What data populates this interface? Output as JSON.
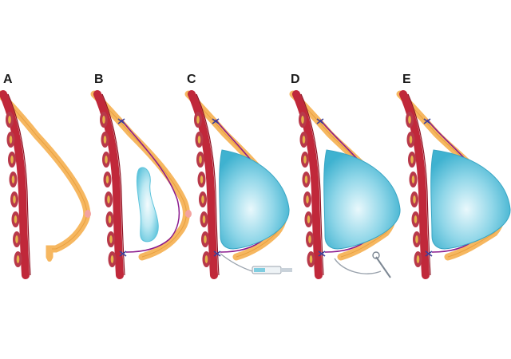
{
  "panels": [
    {
      "letter": "A"
    },
    {
      "letter": "B"
    },
    {
      "letter": "C"
    },
    {
      "letter": "D"
    },
    {
      "letter": "E"
    }
  ],
  "colors": {
    "skin": "#f6b760",
    "skin_edge": "#e8a040",
    "muscle": "#c0283a",
    "muscle_dark": "#8e1424",
    "rib_fill": "#b8394a",
    "rib_core": "#e6b44a",
    "expander": "#5ec4dc",
    "expander_light": "#dff4fa",
    "stitch": "#3b3f9a",
    "inner_line": "#8a1a8e",
    "nipple": "#f3a3a0",
    "tool_metal": "#9aa3ad",
    "syringe_fluid": "#7fcde0"
  },
  "icons": [
    "stitch-icon",
    "syringe-icon",
    "needle-icon",
    "implant-icon",
    "tissue-expander-icon"
  ]
}
